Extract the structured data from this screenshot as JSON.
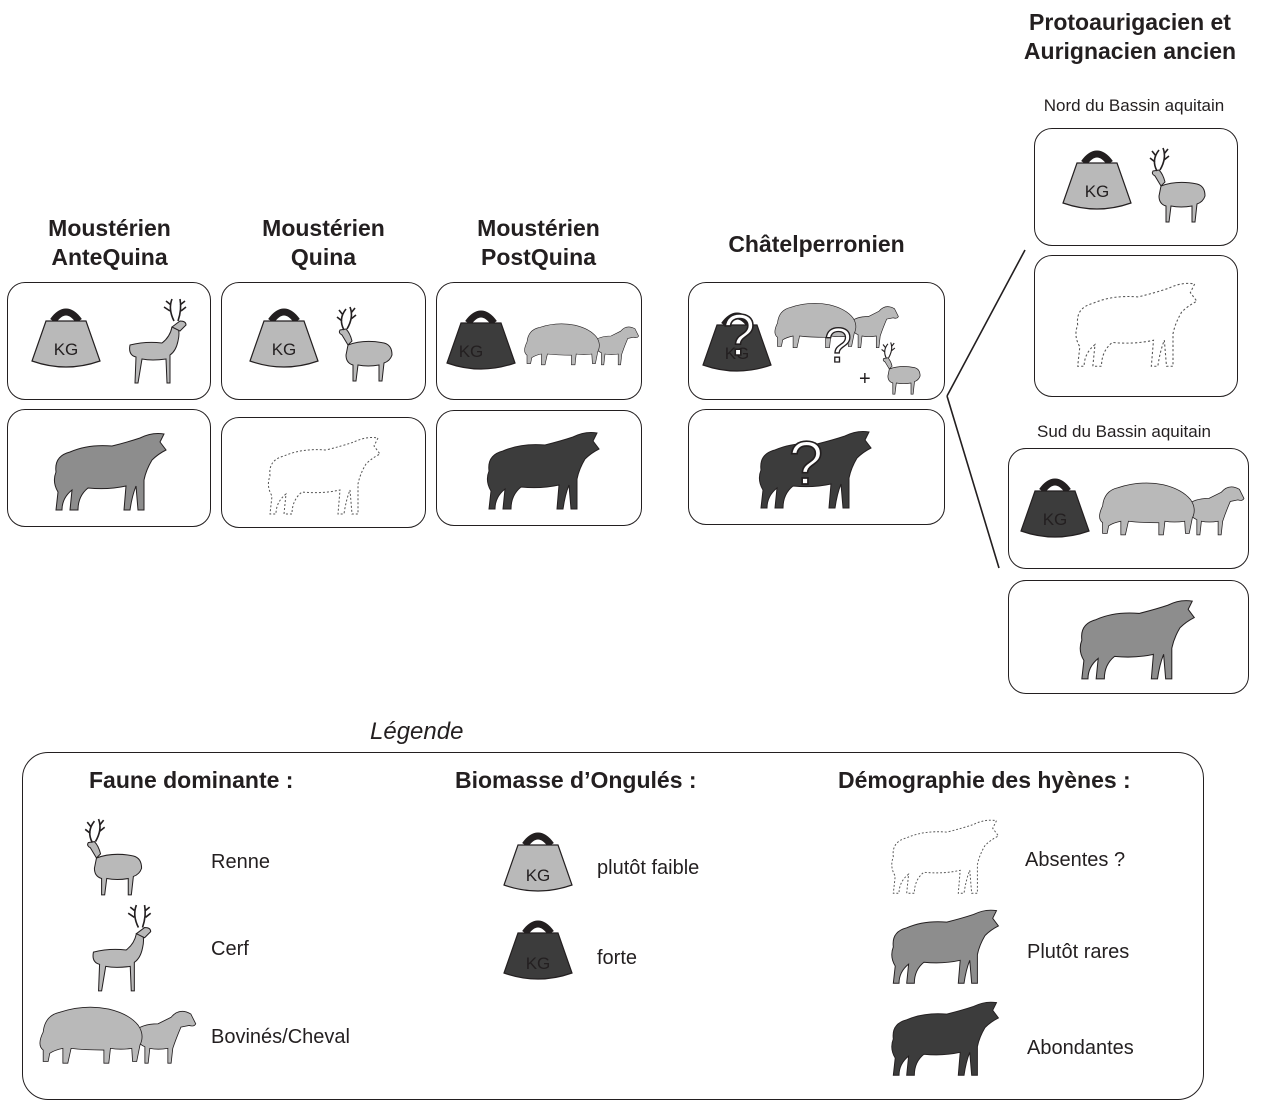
{
  "periods": [
    {
      "title_line1": "Moustérien",
      "title_line2": "AnteQuina"
    },
    {
      "title_line1": "Moustérien",
      "title_line2": "Quina"
    },
    {
      "title_line1": "Moustérien",
      "title_line2": "PostQuina"
    },
    {
      "title_line1": "Châtelperronien",
      "title_line2": ""
    }
  ],
  "late_period": {
    "title_line1": "Protoaurigacien et",
    "title_line2": "Aurignacien ancien",
    "regions": [
      "Nord du Bassin aquitain",
      "Sud du Bassin aquitain"
    ]
  },
  "weight_label": "KG",
  "question_mark": "?",
  "plus_sign": "+",
  "legend": {
    "title": "Légende",
    "fauna": {
      "heading": "Faune dominante :",
      "items": [
        "Renne",
        "Cerf",
        "Bovinés/Cheval"
      ]
    },
    "biomass": {
      "heading": "Biomasse d’Ongulés :",
      "items": [
        "plutôt faible",
        "forte"
      ]
    },
    "hyenas": {
      "heading": "Démographie des hyènes :",
      "items": [
        "Absentes ?",
        "Plutôt rares",
        "Abondantes"
      ]
    }
  },
  "colors": {
    "light_gray": "#b9b9b9",
    "mid_gray": "#8d8d8d",
    "dark_gray": "#3c3c3c",
    "outline": "#231f20"
  },
  "icons": [
    "weight-icon",
    "reindeer-icon",
    "deer-icon",
    "bison-horse-icon",
    "hyena-icon"
  ]
}
